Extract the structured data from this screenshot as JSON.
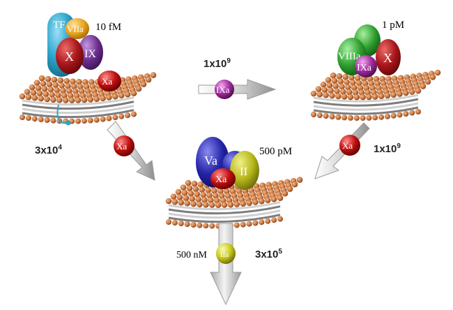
{
  "complexes": {
    "extrinsic_tenase": {
      "concentration": "10 fM",
      "factors": {
        "tf": "TF",
        "viia": "VIIa",
        "x": "X",
        "ix": "IX"
      },
      "product": "Xa"
    },
    "intrinsic_tenase": {
      "concentration": "1 pM",
      "factors": {
        "viiia": "VIIIa",
        "ixa": "IXa",
        "x": "X"
      }
    },
    "prothrombinase": {
      "concentration": "500 pM",
      "factors": {
        "va": "Va",
        "xa": "Xa",
        "ii": "II"
      }
    }
  },
  "transfers": {
    "ixa_transfer": {
      "rate_base": "1x10",
      "rate_exp": "9",
      "factor": "IXa"
    },
    "xa_left": {
      "rate_base": "3x10",
      "rate_exp": "4",
      "factor": "Xa"
    },
    "xa_right": {
      "rate_base": "1x10",
      "rate_exp": "9",
      "factor": "Xa"
    },
    "thrombin_out": {
      "concentration": "500 nM",
      "rate_base": "3x10",
      "rate_exp": "5",
      "factor": "IIa"
    }
  },
  "colors": {
    "membrane_bead": "#c8743e",
    "membrane_tail": "#8a8a8a",
    "tf": "#2aa3c9",
    "viia": "#e8a21c",
    "x": "#a8161a",
    "ix": "#6b2d8e",
    "xa": "#c01010",
    "ixa": "#a02c9e",
    "viiia": "#2e9e2e",
    "va": "#2424a8",
    "ii": "#b7b71c",
    "iia": "#c9c91e"
  }
}
